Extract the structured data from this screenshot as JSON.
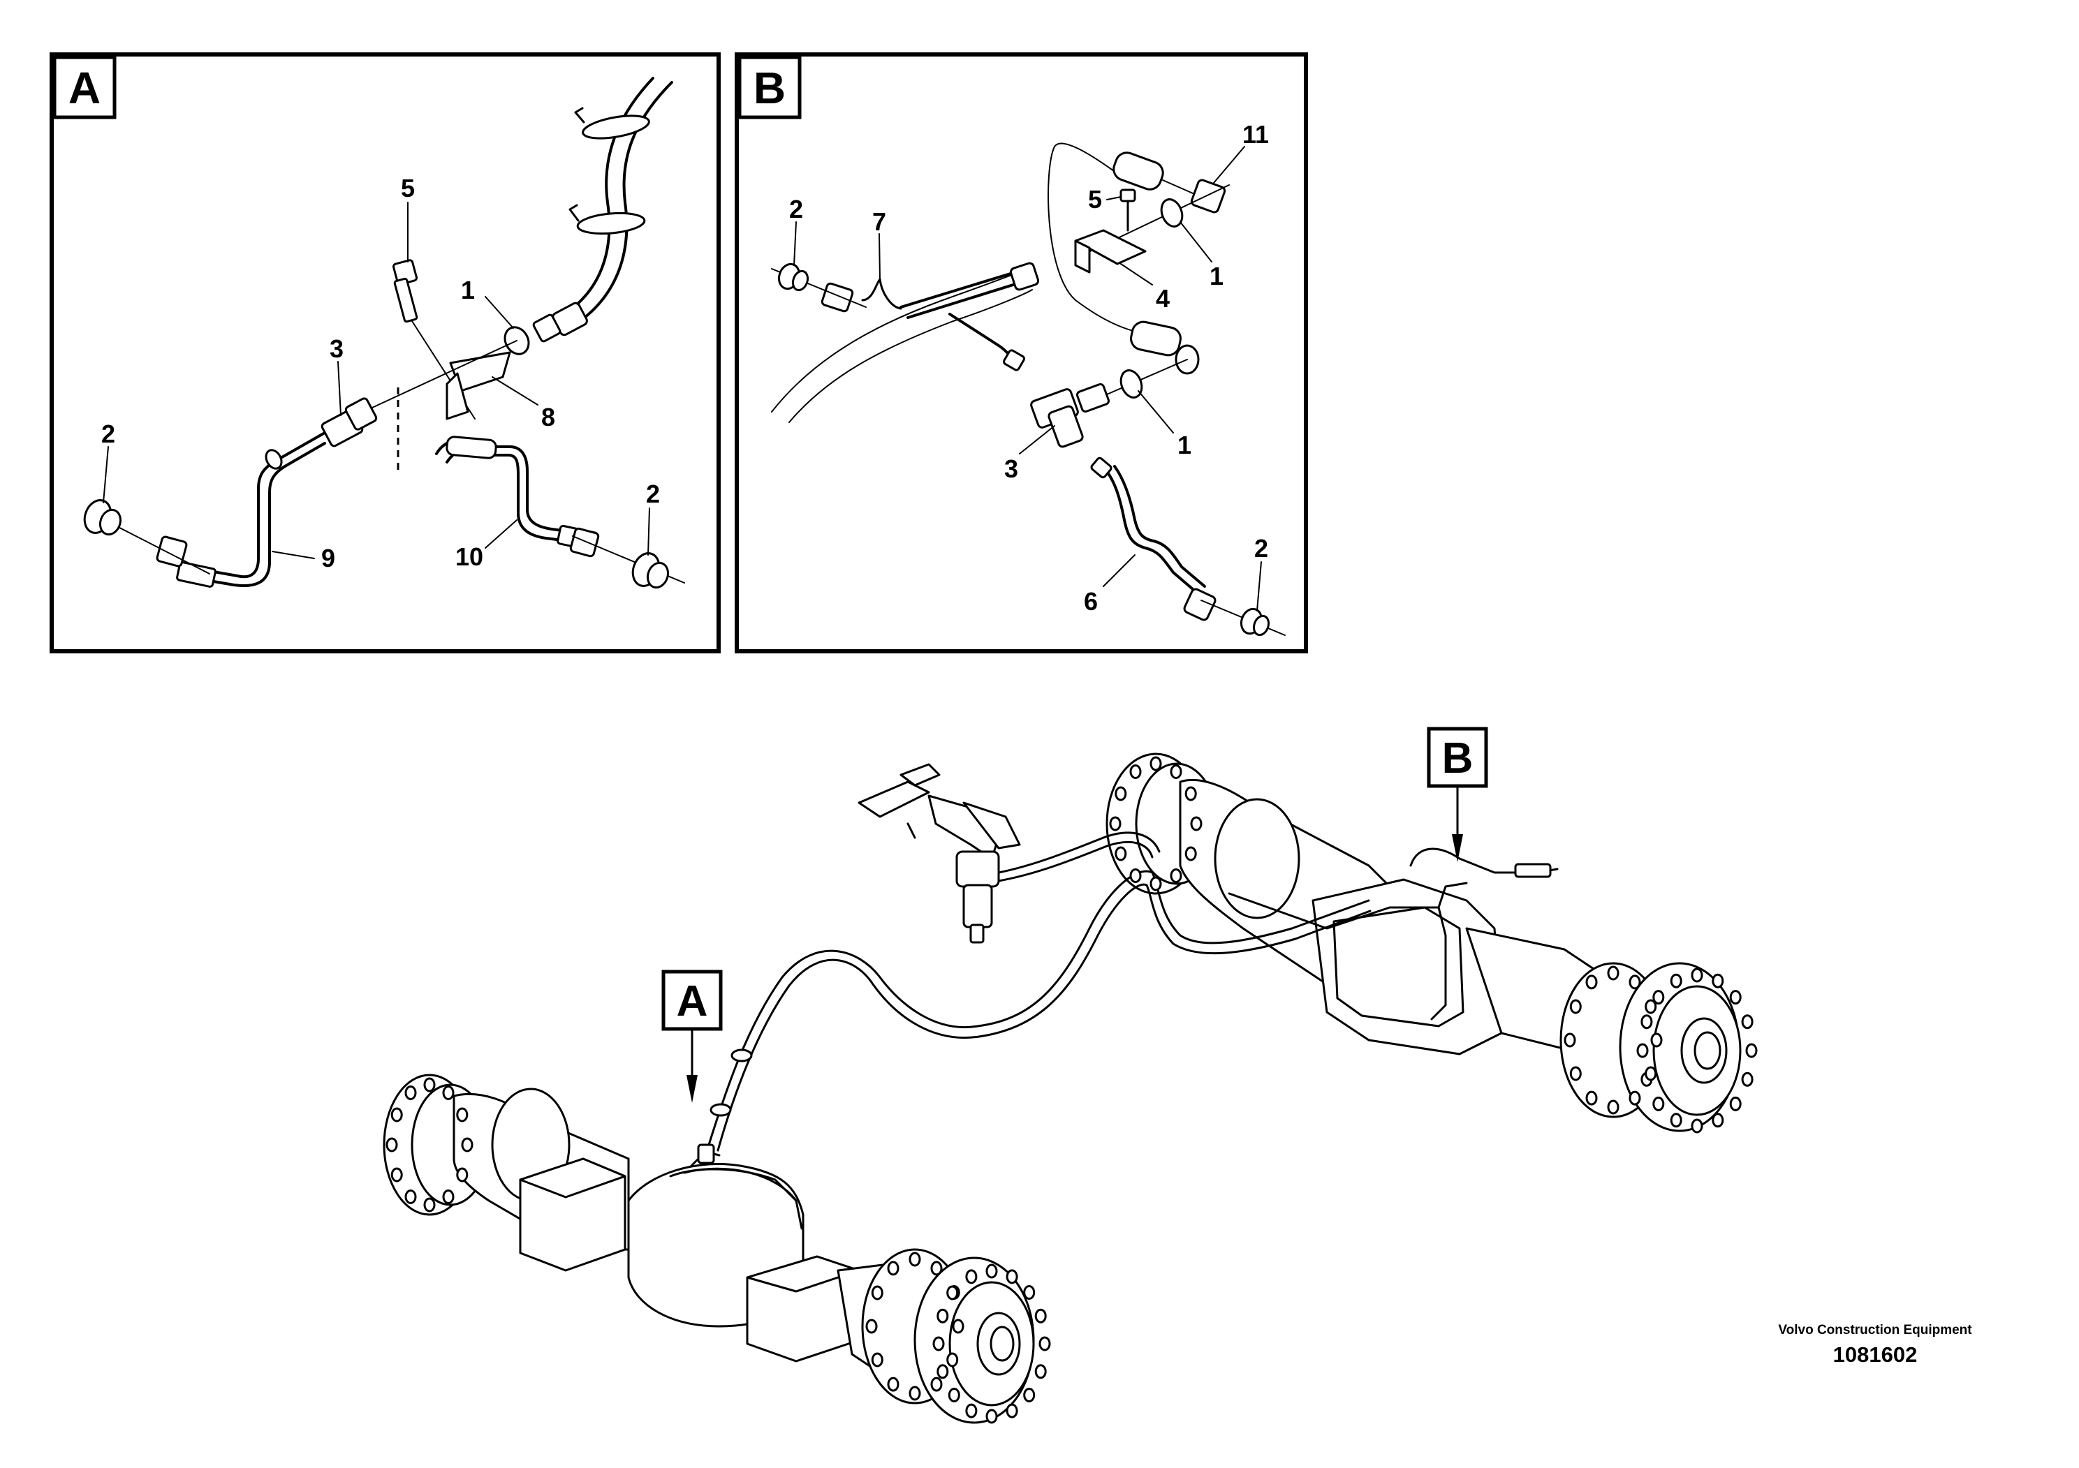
{
  "detail_a": {
    "letter": "A",
    "callouts": {
      "c5": "5",
      "c1": "1",
      "c3": "3",
      "c8": "8",
      "c2_left": "2",
      "c2_right": "2",
      "c9": "9",
      "c10": "10"
    }
  },
  "detail_b": {
    "letter": "B",
    "callouts": {
      "c11": "11",
      "c5": "5",
      "c2_top": "2",
      "c7": "7",
      "c1_top": "1",
      "c4": "4",
      "c1_mid": "1",
      "c3": "3",
      "c2_bottom": "2",
      "c6": "6"
    }
  },
  "overview": {
    "tag_a": "A",
    "tag_b": "B"
  },
  "footer": {
    "brand": "Volvo Construction Equipment",
    "doc_number": "1081602"
  }
}
